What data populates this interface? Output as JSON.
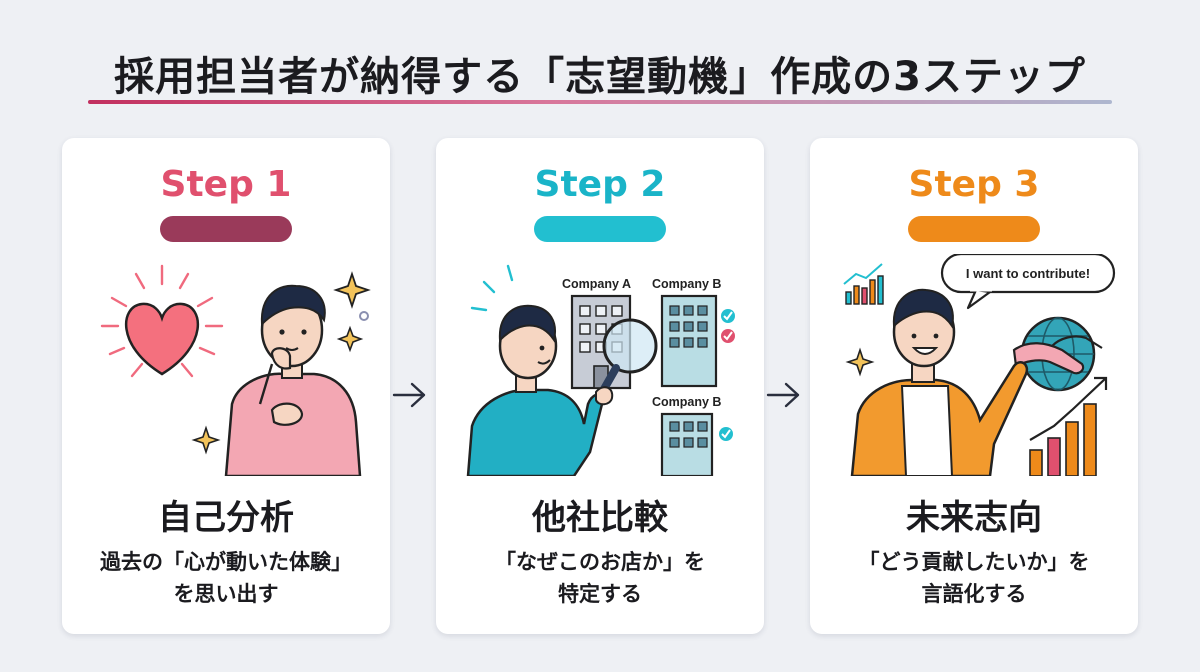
{
  "title": "採用担当者が納得する「志望動機」作成の3ステップ",
  "colors": {
    "step1": "#e0506e",
    "step1_bar": "#9a3a5a",
    "step2": "#1ab4c8",
    "step2_bar": "#22bfd0",
    "step3": "#ee8a1a",
    "step3_bar": "#ee8a1a"
  },
  "steps": [
    {
      "label": "Step 1",
      "heading": "自己分析",
      "desc_line1": "過去の「心が動いた体験」",
      "desc_line2": "を思い出す",
      "icon": "heart-person-illustration"
    },
    {
      "label": "Step 2",
      "heading": "他社比較",
      "desc_line1": "「なぜこのお店か」を",
      "desc_line2": "特定する",
      "icon": "compare-companies-illustration",
      "companies": [
        "Company A",
        "Company B",
        "Company B"
      ]
    },
    {
      "label": "Step 3",
      "heading": "未来志向",
      "desc_line1": "「どう貢献したいか」を",
      "desc_line2": "言語化する",
      "icon": "handshake-growth-illustration",
      "speech": "I want to contribute!"
    }
  ]
}
